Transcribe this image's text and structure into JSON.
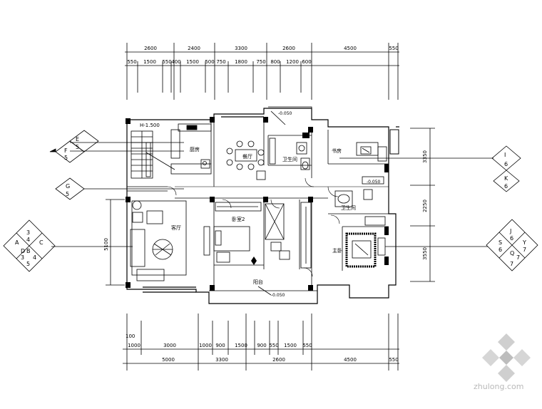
{
  "dimensions": {
    "top_outer": [
      "2600",
      "2400",
      "3300",
      "2600",
      "4500",
      "550"
    ],
    "top_inner": [
      "550",
      "1500",
      "550",
      "400",
      "1500",
      "500",
      "750",
      "1800",
      "750",
      "800",
      "1200",
      "600"
    ],
    "bottom_inner": [
      "1000",
      "3000",
      "1000",
      "900",
      "1500",
      "900",
      "550",
      "1500",
      "550"
    ],
    "bottom_outer": [
      "5000",
      "3300",
      "2600",
      "4500",
      "550"
    ],
    "bottom_side": "100",
    "left": "5100",
    "right": [
      "3350",
      "2250",
      "3550"
    ]
  },
  "levels": {
    "stair": "H-1.500",
    "kitchen_balcony": "-0.050",
    "bath2": "-0.050",
    "balcony": "-0.050"
  },
  "rooms": {
    "kitchen": "厨房",
    "dining": "餐厅",
    "bath": "卫生间",
    "study": "书房",
    "living": "客厅",
    "bedroom2": "卧室2",
    "bath2": "卫生间",
    "master": "主卧",
    "balcony": "阳台"
  },
  "markers": {
    "left_top": [
      "E",
      "5",
      "F",
      "5"
    ],
    "left_mid": [
      "G",
      "5"
    ],
    "left_big": [
      "3",
      "4",
      "A",
      "C",
      "B",
      "D",
      "3",
      "4",
      "5"
    ],
    "right_top": [
      "I",
      "6",
      "K",
      "6"
    ],
    "right_big": [
      "J",
      "6",
      "S",
      "Y",
      "6",
      "7",
      "Q",
      "7",
      "7"
    ]
  },
  "watermark": "zhulong.com"
}
